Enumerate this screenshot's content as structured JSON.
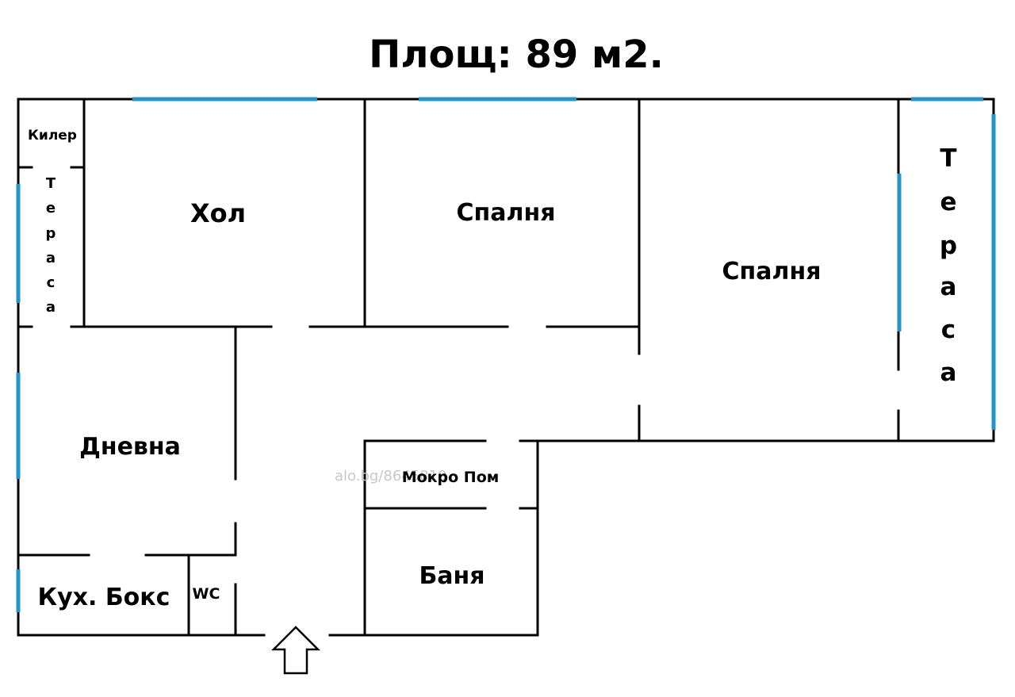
{
  "title": "Площ: 89 м2.",
  "watermark": "alo.bg/8645819",
  "rooms": {
    "kiler": "Килер",
    "hol": "Хол",
    "spalnya_1": "Спалня",
    "spalnya_2": "Спалня",
    "dnevna": "Дневна",
    "mokro_pom": "Мокро Пом",
    "banya": "Баня",
    "kuh_boks": "Кух. Бокс",
    "wc": "WC",
    "terasa_small": [
      "Т",
      "е",
      "р",
      "а",
      "с",
      "а"
    ],
    "terasa_large": [
      "Т",
      "е",
      "р",
      "а",
      "с",
      "а"
    ]
  },
  "colors": {
    "wall": "#000000",
    "window": "#2196c9",
    "watermark": "#c8c8c8"
  },
  "icons": {
    "entrance": "up-arrow-icon"
  }
}
